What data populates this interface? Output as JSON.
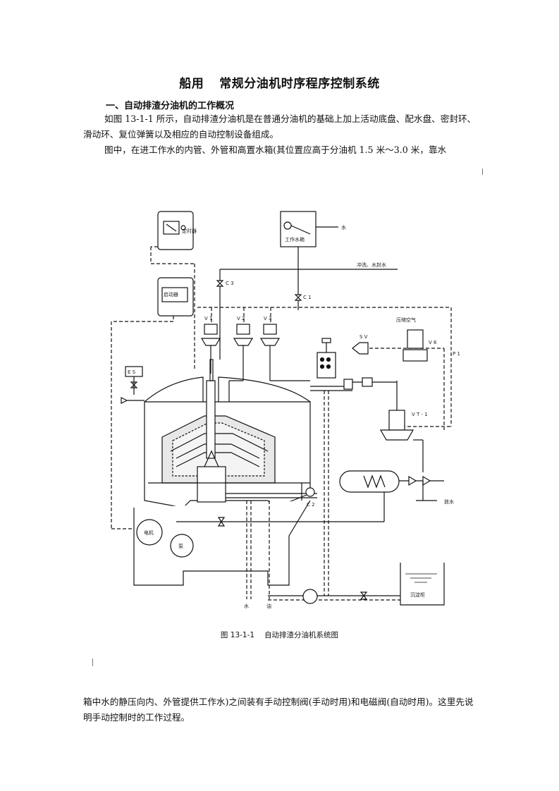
{
  "document": {
    "title_part1": "船用",
    "title_part2": "常规分油机时序程序控制系统",
    "section_heading": "一、自动排渣分油机的工作概况",
    "paragraph1": "如图 13-1-1 所示，自动排渣分油机是在普通分油机的基础上加上活动底盘、配水盘、密封环、滑动环、复位弹簧以及相应的自动控制设备组成。",
    "paragraph2": "图中，在进工作水的内管、外管和高置水箱(其位置应高于分油机 1.5 米～3.0 米，靠水",
    "paragraph3": "箱中水的静压向内、外管提供工作水)之间装有手动控制阀(手动时用)和电磁阀(自动时用)。这里先说明手动控制时的工作过程。"
  },
  "figure": {
    "caption_number": "图  13-1-1",
    "caption_text": "自动排渣分油机系统图",
    "labels": {
      "timer": "定时器",
      "starter": "启动器",
      "water_tank": "工作水箱",
      "water_in": "水",
      "flush_water": "冲洗、水封水",
      "compressed_air": "压缩空气",
      "motor": "电机",
      "pump": "泵",
      "settling_tank": "沉淀柜",
      "outlet_water": "水",
      "outlet_oil": "油",
      "drain_water": "放水",
      "es": "E S",
      "valve_c1": "C 1",
      "valve_c2": "C 2",
      "valve_c3": "C 3",
      "valve_p": "P 1",
      "valve_v1": "V 1",
      "valve_v2": "V 2",
      "valve_v3": "V 3",
      "valve_v6": "V 6",
      "valve_vt": "V T - 1",
      "sv": "S V"
    }
  }
}
